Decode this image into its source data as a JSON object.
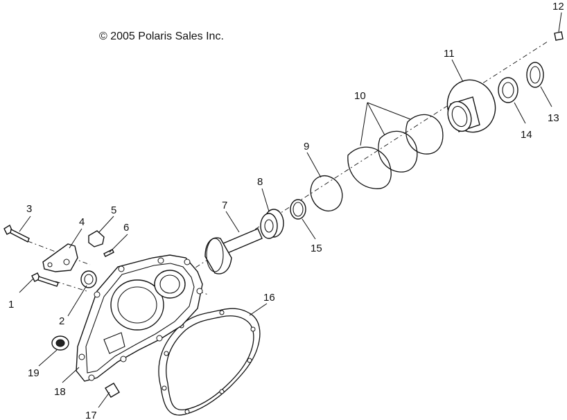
{
  "copyright": "© 2005 Polaris Sales Inc.",
  "callouts": [
    {
      "id": "1",
      "text": "1"
    },
    {
      "id": "2",
      "text": "2"
    },
    {
      "id": "3",
      "text": "3"
    },
    {
      "id": "4",
      "text": "4"
    },
    {
      "id": "5",
      "text": "5"
    },
    {
      "id": "6",
      "text": "6"
    },
    {
      "id": "7",
      "text": "7"
    },
    {
      "id": "8",
      "text": "8"
    },
    {
      "id": "9",
      "text": "9"
    },
    {
      "id": "10",
      "text": "10"
    },
    {
      "id": "11",
      "text": "11"
    },
    {
      "id": "12",
      "text": "12"
    },
    {
      "id": "13",
      "text": "13"
    },
    {
      "id": "14",
      "text": "14"
    },
    {
      "id": "15",
      "text": "15"
    },
    {
      "id": "16",
      "text": "16"
    },
    {
      "id": "17",
      "text": "17"
    },
    {
      "id": "18",
      "text": "18"
    },
    {
      "id": "19",
      "text": "19"
    }
  ]
}
